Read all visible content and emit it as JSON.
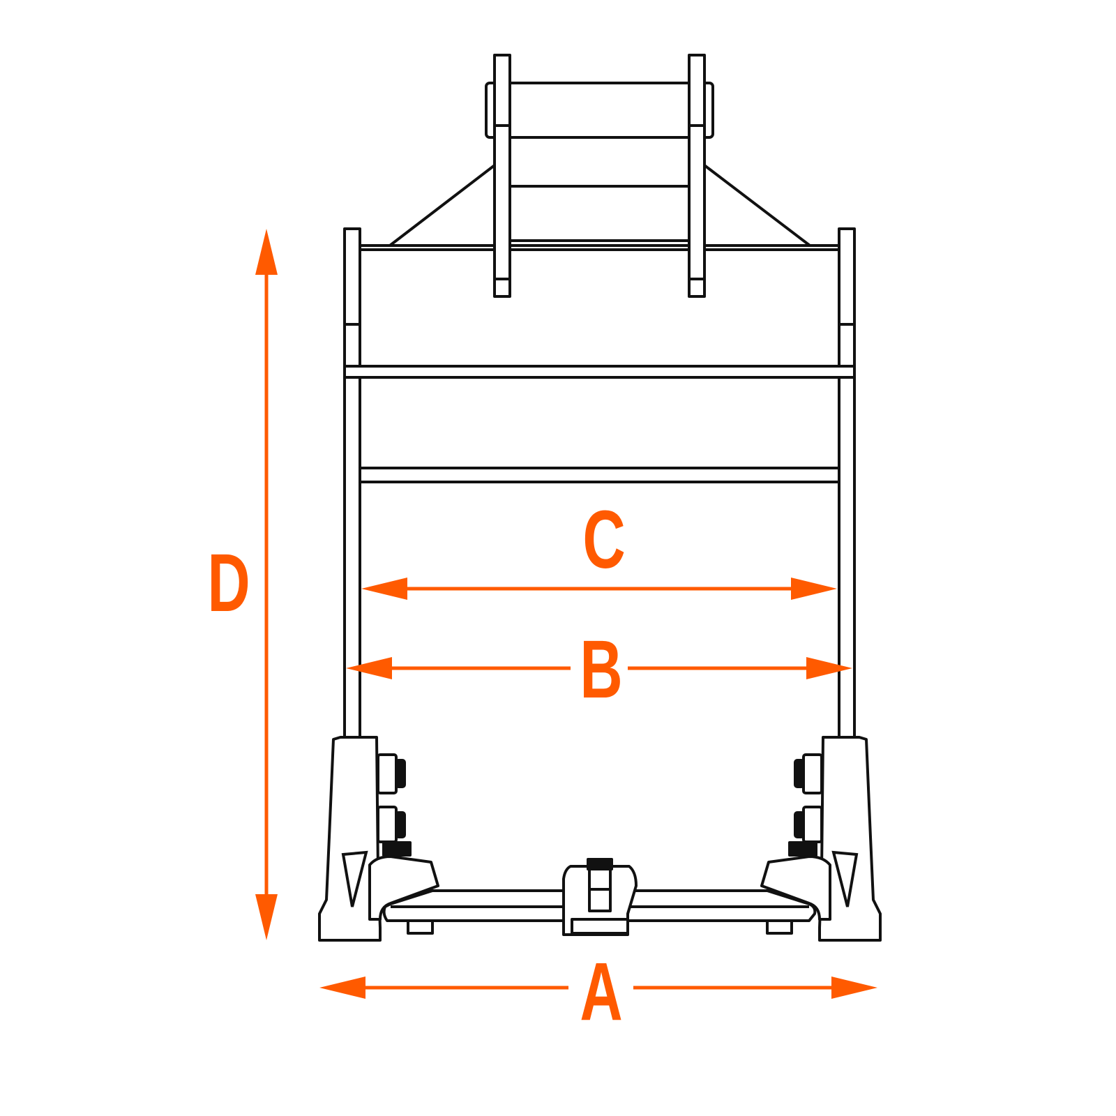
{
  "diagram": {
    "accent_color": "#ff5a00",
    "line_color": "#111111",
    "dimensions": {
      "A": "A",
      "B": "B",
      "C": "C",
      "D": "D"
    }
  }
}
